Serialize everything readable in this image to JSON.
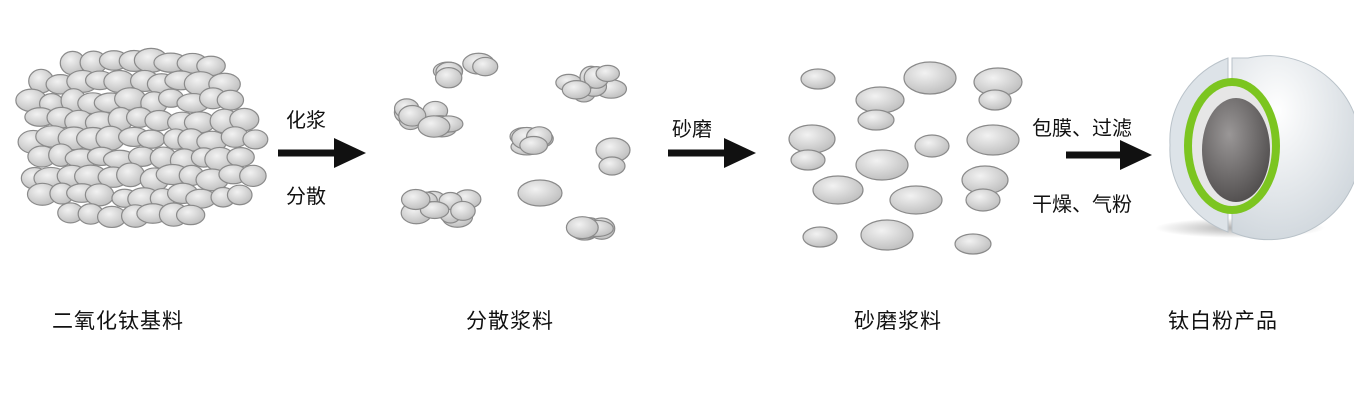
{
  "stages": [
    {
      "label": "二氧化钛基料"
    },
    {
      "label": "分散浆料"
    },
    {
      "label": "砂磨浆料"
    },
    {
      "label": "钛白粉产品"
    }
  ],
  "arrows": [
    {
      "top": "化浆",
      "bottom": "分散"
    },
    {
      "top": "砂磨",
      "bottom": ""
    },
    {
      "top": "包膜、过滤",
      "bottom": "干燥、气粉"
    }
  ],
  "colors": {
    "particle_fill": "#d6d6d6",
    "particle_stroke": "#8a8a8a",
    "arrow": "#111111",
    "core": "#6e6b6b",
    "coating": "#7cc520",
    "shell": "#e8ecef"
  }
}
